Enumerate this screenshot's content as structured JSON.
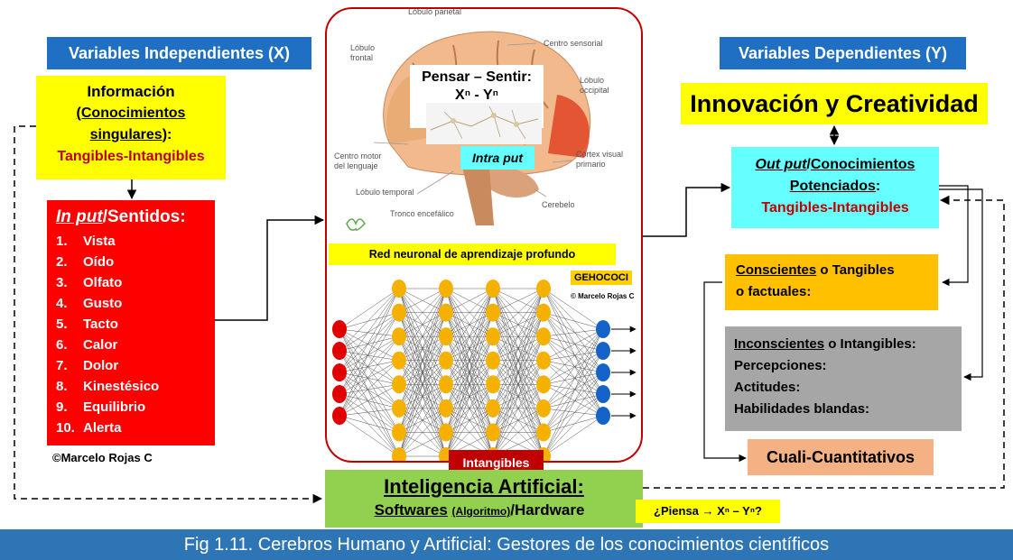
{
  "headers": {
    "independent": "Variables Independientes (X)",
    "dependent": "Variables Dependientes (Y)"
  },
  "info_box": {
    "line1": "Información",
    "line2": "(Conocimientos",
    "line3_u": "singulares",
    "line3_rest": "):",
    "line4": "Tangibles-Intangibles"
  },
  "input_box": {
    "title_italic": "In put",
    "title_rest": "/Sentidos:",
    "senses": [
      {
        "num": "1.",
        "label": "Vista"
      },
      {
        "num": "2.",
        "label": "Oído"
      },
      {
        "num": "3.",
        "label": "Olfato"
      },
      {
        "num": "4.",
        "label": "Gusto"
      },
      {
        "num": "5.",
        "label": "Tacto"
      },
      {
        "num": "6.",
        "label": "Calor"
      },
      {
        "num": "7.",
        "label": "Dolor"
      },
      {
        "num": "8.",
        "label": "Kinestésico"
      },
      {
        "num": "9.",
        "label": "Equilibrio"
      },
      {
        "num": "10.",
        "label": "Alerta"
      }
    ]
  },
  "copyright_left": "©Marcelo Rojas C",
  "brain": {
    "labels": {
      "parietal": "Lóbulo parietal",
      "frontal_1": "Lóbulo",
      "frontal_2": "frontal",
      "sensorial": "Centro sensorial",
      "occipital_1": "Lóbulo",
      "occipital_2": "occipital",
      "motor_1": "Centro motor",
      "motor_2": "del lenguaje",
      "visual_1": "Córtex visual",
      "visual_2": "primario",
      "temporal": "Lóbulo temporal",
      "cerebelo": "Cerebelo",
      "tronco": "Tronco encefálico"
    },
    "think_line1": "Pensar – Sentir:",
    "think_line2": "Xⁿ - Yⁿ",
    "intra_put": "Intra put"
  },
  "network": {
    "title": "Red neuronal de aprendizaje profundo",
    "brand": "GEHOCOCI",
    "brand_credit": "© Marcelo Rojas C",
    "layers": [
      5,
      8,
      8,
      8,
      8,
      5
    ],
    "colors": {
      "input": "#e00000",
      "hidden": "#f6b100",
      "output": "#1463c8"
    }
  },
  "intangibles_tag": "Intangibles",
  "ai_box": {
    "title": "Inteligencia Artificial:",
    "soft": "Softwares",
    "algo": "(Algoritmo)",
    "sep": "/",
    "hard": "Hardware"
  },
  "question": "¿Piensa → Xⁿ – Yⁿ?",
  "innovation": "Innovación y Creatividad",
  "output_box": {
    "italic": "Out put",
    "sep": "/",
    "rest": "Conocimientos",
    "line2": "Potenciados",
    "colon": ":",
    "line3": "Tangibles-Intangibles"
  },
  "conscious_box": {
    "u": "Conscientes",
    "rest": " o Tangibles",
    "line2": "o factuales:"
  },
  "unconscious_box": {
    "u": "Inconscientes",
    "rest": " o Intangibles:",
    "line2": "Percepciones:",
    "line3": "Actitudes:",
    "line4": "Habilidades blandas:"
  },
  "cuali": "Cuali-Cuantitativos",
  "caption": "Fig 1.11. Cerebros Humano y Artificial: Gestores de los conocimientos científicos",
  "colors": {
    "header_blue": "#1f6fc5",
    "yellow": "#ffff00",
    "red_box": "#ff0000",
    "cyan": "#66ffff",
    "orange": "#ffc000",
    "gray": "#a6a6a6",
    "salmon": "#f4b183",
    "green": "#92d050",
    "frame_red": "#c00000",
    "caption_blue": "#2e75b6"
  }
}
